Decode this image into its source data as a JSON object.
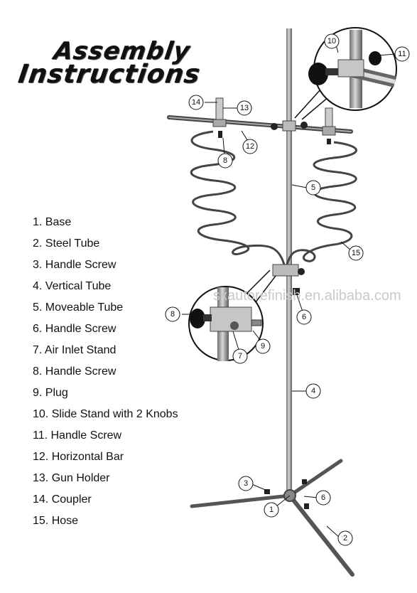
{
  "title": {
    "line1": "Assembly",
    "line2": "Instructions"
  },
  "parts": [
    "1. Base",
    "2. Steel Tube",
    "3. Handle Screw",
    "4. Vertical Tube",
    "5. Moveable Tube",
    "6. Handle Screw",
    "7. Air Inlet Stand",
    "8. Handle Screw",
    "9. Plug",
    "10. Slide Stand with 2 Knobs",
    "11. Handle Screw",
    "12. Horizontal Bar",
    "13. Gun Holder",
    "14. Coupler",
    "15. Hose"
  ],
  "watermark": "sxautorefinish.en.alibaba.com",
  "callouts": [
    "1",
    "2",
    "3",
    "4",
    "5",
    "6",
    "6",
    "7",
    "8",
    "8",
    "9",
    "10",
    "11",
    "12",
    "13",
    "14",
    "15"
  ]
}
